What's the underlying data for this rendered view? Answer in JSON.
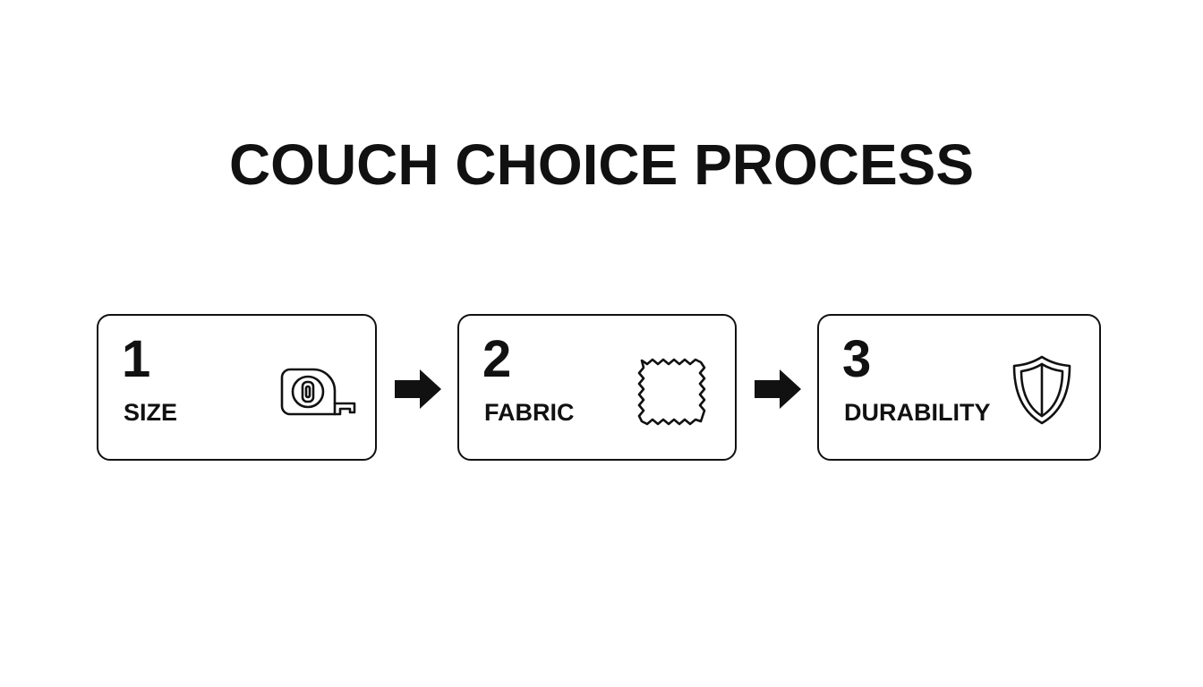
{
  "title": "COUCH CHOICE PROCESS",
  "steps": [
    {
      "number": "1",
      "label": "SIZE",
      "icon": "tape-measure-icon"
    },
    {
      "number": "2",
      "label": "FABRIC",
      "icon": "fabric-swatch-icon"
    },
    {
      "number": "3",
      "label": "DURABILITY",
      "icon": "shield-icon"
    }
  ],
  "colors": {
    "background": "#ffffff",
    "ink": "#111111"
  }
}
